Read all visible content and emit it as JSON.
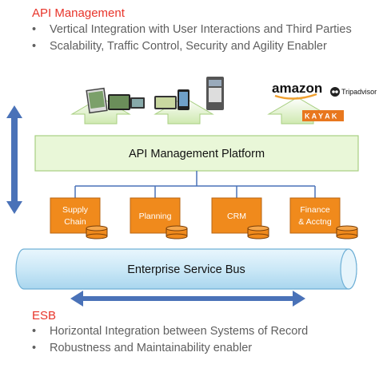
{
  "api_section": {
    "heading": "API Management",
    "bullets": [
      "Vertical Integration with User Interactions and Third Parties",
      "Scalability, Traffic Control, Security and Agility Enabler"
    ]
  },
  "platform": {
    "label": "API Management Platform"
  },
  "systems": [
    {
      "line1": "Supply",
      "line2": "Chain"
    },
    {
      "line1": "Planning",
      "line2": ""
    },
    {
      "line1": "CRM",
      "line2": ""
    },
    {
      "line1": "Finance",
      "line2": "& Acctng"
    }
  ],
  "bus": {
    "label": "Enterprise Service Bus"
  },
  "esb_section": {
    "heading": "ESB",
    "bullets": [
      "Horizontal Integration between Systems of Record",
      "Robustness and Maintainability enabler"
    ]
  },
  "logos": {
    "amazon": "amazon",
    "tripadvisor": "Tripadvisor",
    "kayak": "K A Y A K"
  },
  "colors": {
    "heading": "#e8342a",
    "platform_fill": "#e9f7d8",
    "platform_stroke": "#a8cf82",
    "system_fill": "#f08a1c",
    "bus_fill": "#d6eefa",
    "arrow_blue": "#4a72b8"
  }
}
